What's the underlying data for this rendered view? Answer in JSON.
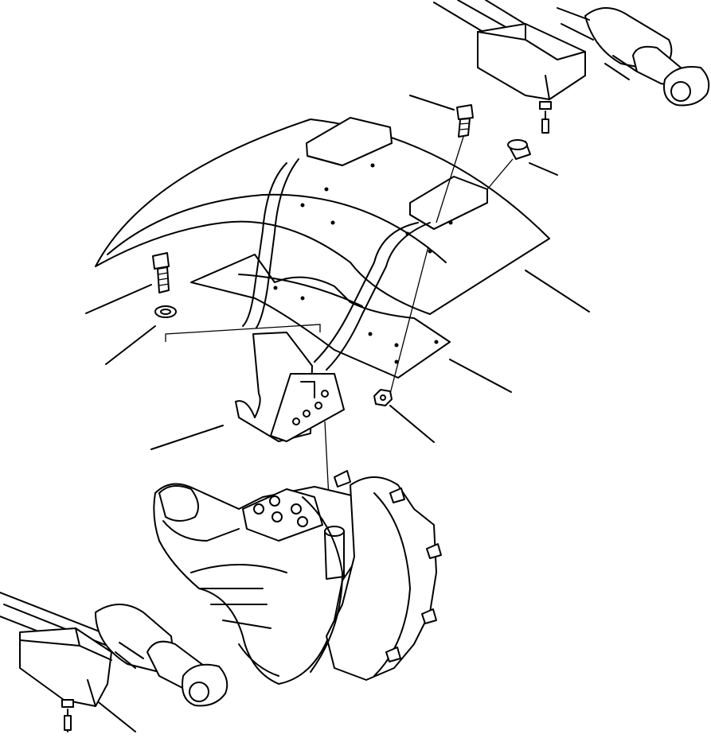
{
  "figure": {
    "kind": "exploded-parts-diagram",
    "line_color": "#000000",
    "background": "#ffffff",
    "parts": [
      "fender",
      "fender-bracket",
      "bracket-rail",
      "cap-screw",
      "washer",
      "nut",
      "steering-cylinder-top",
      "steering-cylinder-bottom",
      "cylinder-guard",
      "axle-hub",
      "wheel-studs"
    ]
  }
}
